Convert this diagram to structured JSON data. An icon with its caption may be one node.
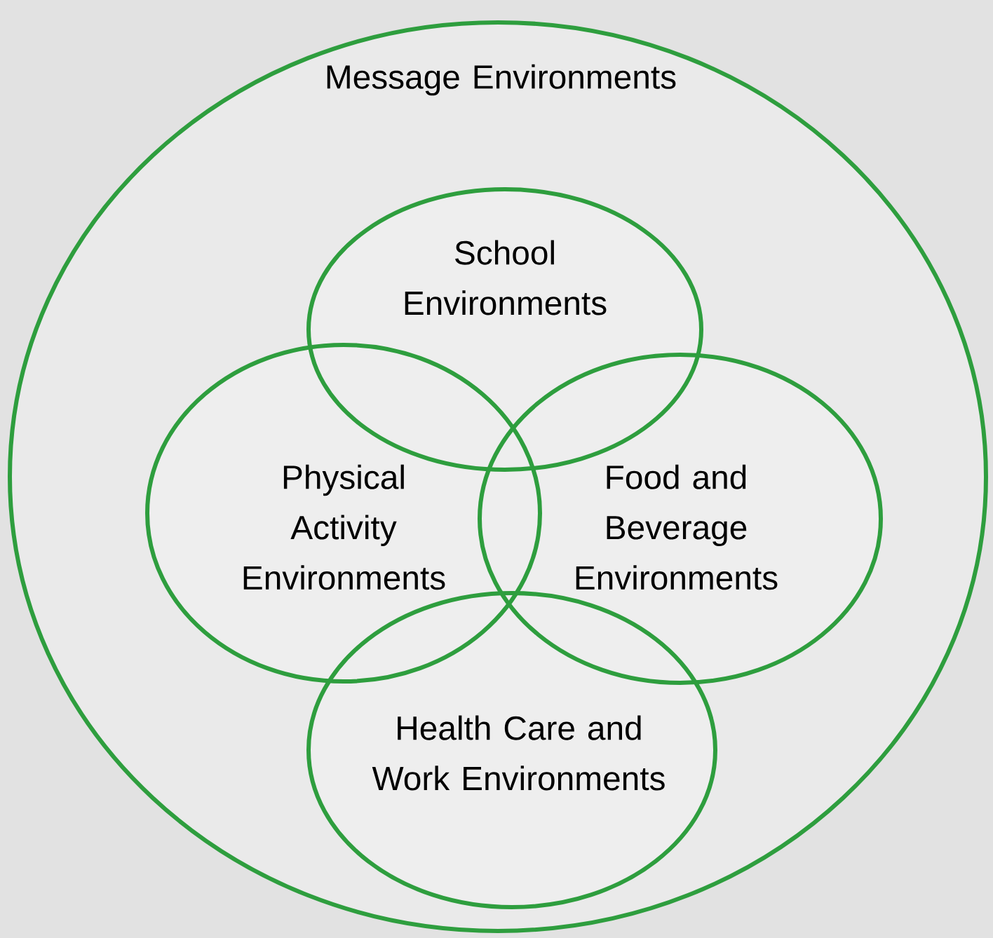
{
  "diagram": {
    "nodes": [
      {
        "text": [
          "Message Environments"
        ]
      },
      {
        "text": [
          "School Environments"
        ],
        "in": 0
      },
      {
        "text": [
          "Physical Activity Environments"
        ],
        "in": 0
      },
      {
        "text": [
          "Food and Beverage Environments"
        ],
        "in": 0
      },
      {
        "text": [
          "Health Care and Work Environments"
        ],
        "in": 0
      }
    ]
  }
}
